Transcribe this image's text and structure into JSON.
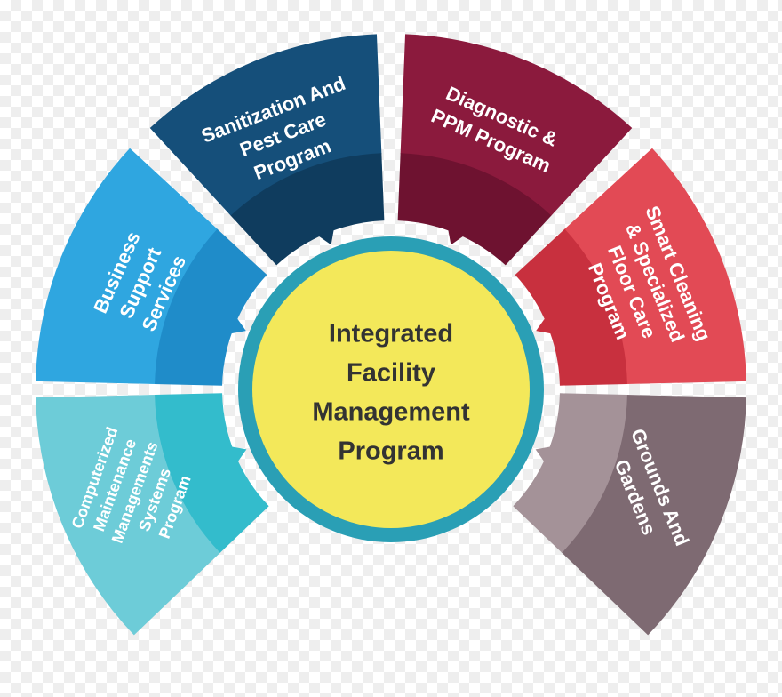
{
  "diagram": {
    "center": {
      "lines": [
        "Integrated",
        "Facility",
        "Management",
        "Program"
      ]
    },
    "segments": [
      {
        "id": "business-support",
        "lines": [
          "Business",
          "Support",
          "Services"
        ],
        "color_outer": "#2fa6e0",
        "color_inner": "#1f8cc9"
      },
      {
        "id": "sanitization",
        "lines": [
          "Sanitization And",
          "Pest Care",
          "Program"
        ],
        "color_outer": "#154f7a",
        "color_inner": "#0f3c5e"
      },
      {
        "id": "diagnostic",
        "lines": [
          "Diagnostic &",
          "PPM Program"
        ],
        "color_outer": "#8b1a3d",
        "color_inner": "#6e1230"
      },
      {
        "id": "smart-cleaning",
        "lines": [
          "Smart Cleaning",
          "& Specialized",
          "Floor Care",
          "Program"
        ],
        "color_outer": "#e24a55",
        "color_inner": "#c8303e"
      },
      {
        "id": "grounds",
        "lines": [
          "Grounds And",
          "Gardens"
        ],
        "color_outer": "#7e6a72",
        "color_inner": "#a49298"
      },
      {
        "id": "cmms",
        "lines": [
          "Computerized",
          "Maintenance",
          "Managements",
          "Systems",
          "Program"
        ],
        "color_outer": "#6dccd8",
        "color_inner": "#33bccc"
      }
    ],
    "colors": {
      "center_fill": "#f3e85a",
      "center_ring": "#2a9fb5",
      "center_text": "#333333",
      "label_text": "#ffffff"
    }
  }
}
